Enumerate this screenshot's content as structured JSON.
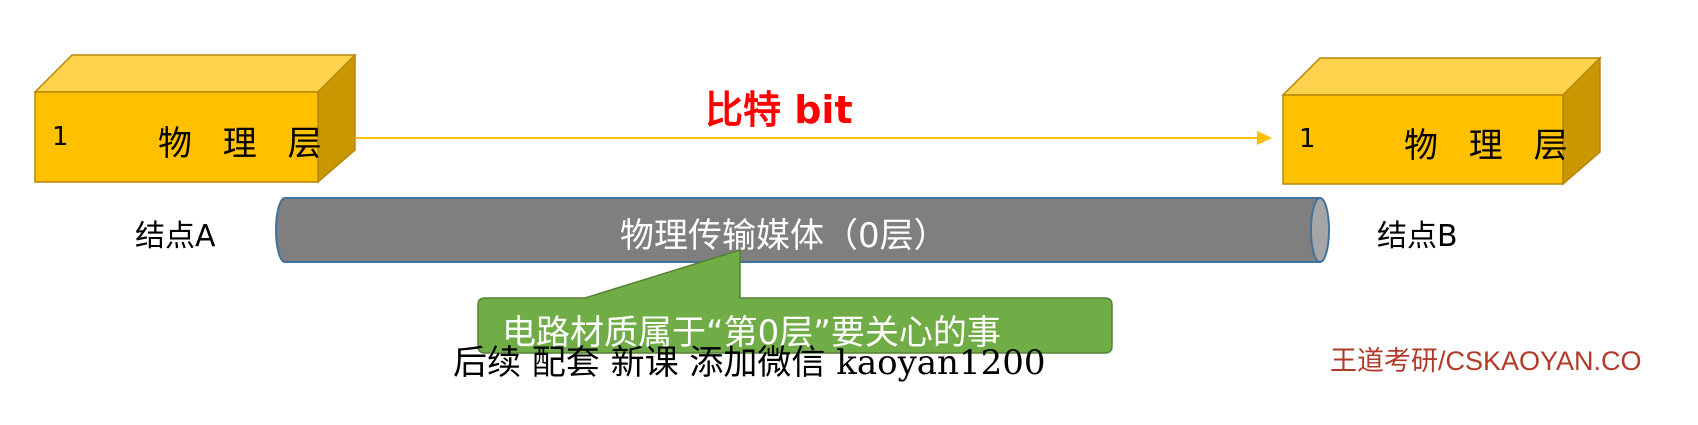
{
  "left_box": {
    "number": "1",
    "label": "物 理 层"
  },
  "right_box": {
    "number": "1",
    "label": "物 理 层"
  },
  "signal_label": "比特 bit",
  "node_a": "结点A",
  "node_b": "结点B",
  "medium_label": "物理传输媒体（0层）",
  "callout_text": "电路材质属于“第0层”要关心的事",
  "footer_text": "后续 配套 新课 添加微信 kaoyan1200",
  "brand_text": "王道考研/CSKAOYAN.CO",
  "colors": {
    "box_front": "#ffc000",
    "box_side": "#c99700",
    "box_top": "#ffd24d",
    "arrow": "#ffc000",
    "cylinder": "#7f7f7f",
    "cylinder_edge": "#41719c",
    "callout": "#70ad47",
    "signal_text": "#ff0000",
    "brand_text": "#b23a2a"
  }
}
